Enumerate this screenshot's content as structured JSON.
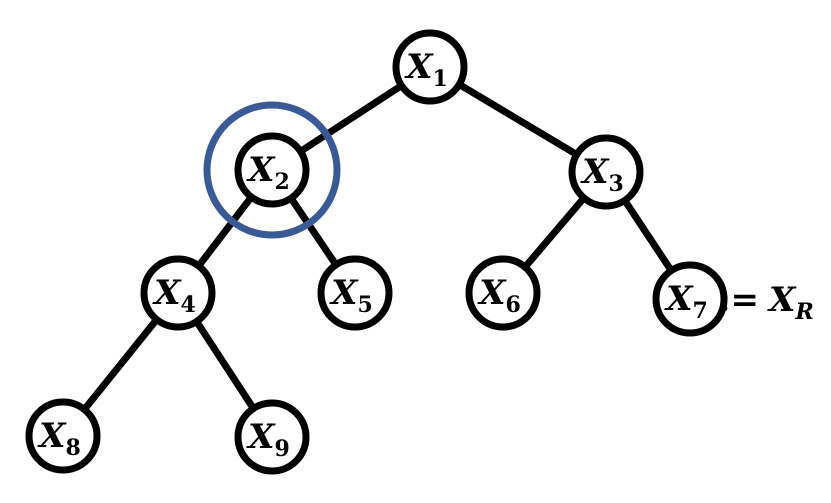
{
  "diagram": {
    "type": "binary-tree",
    "colors": {
      "edge": "#000000",
      "node_stroke": "#000000",
      "node_fill": "#ffffff",
      "highlight": "#3a5a96"
    },
    "nodes": [
      {
        "id": "x1",
        "base": "X",
        "sub": "1"
      },
      {
        "id": "x2",
        "base": "X",
        "sub": "2"
      },
      {
        "id": "x3",
        "base": "X",
        "sub": "3"
      },
      {
        "id": "x4",
        "base": "X",
        "sub": "4"
      },
      {
        "id": "x5",
        "base": "X",
        "sub": "5"
      },
      {
        "id": "x6",
        "base": "X",
        "sub": "6"
      },
      {
        "id": "x7",
        "base": "X",
        "sub": "7"
      },
      {
        "id": "x8",
        "base": "X",
        "sub": "8"
      },
      {
        "id": "x9",
        "base": "X",
        "sub": "9"
      }
    ],
    "edges": [
      [
        "x1",
        "x2"
      ],
      [
        "x1",
        "x3"
      ],
      [
        "x2",
        "x4"
      ],
      [
        "x2",
        "x5"
      ],
      [
        "x3",
        "x6"
      ],
      [
        "x3",
        "x7"
      ],
      [
        "x4",
        "x8"
      ],
      [
        "x4",
        "x9"
      ]
    ],
    "highlighted_node": "x2",
    "annotation": {
      "attached_to": "x7",
      "assign_symbol": ":=",
      "base": "X",
      "sub": "R"
    }
  }
}
